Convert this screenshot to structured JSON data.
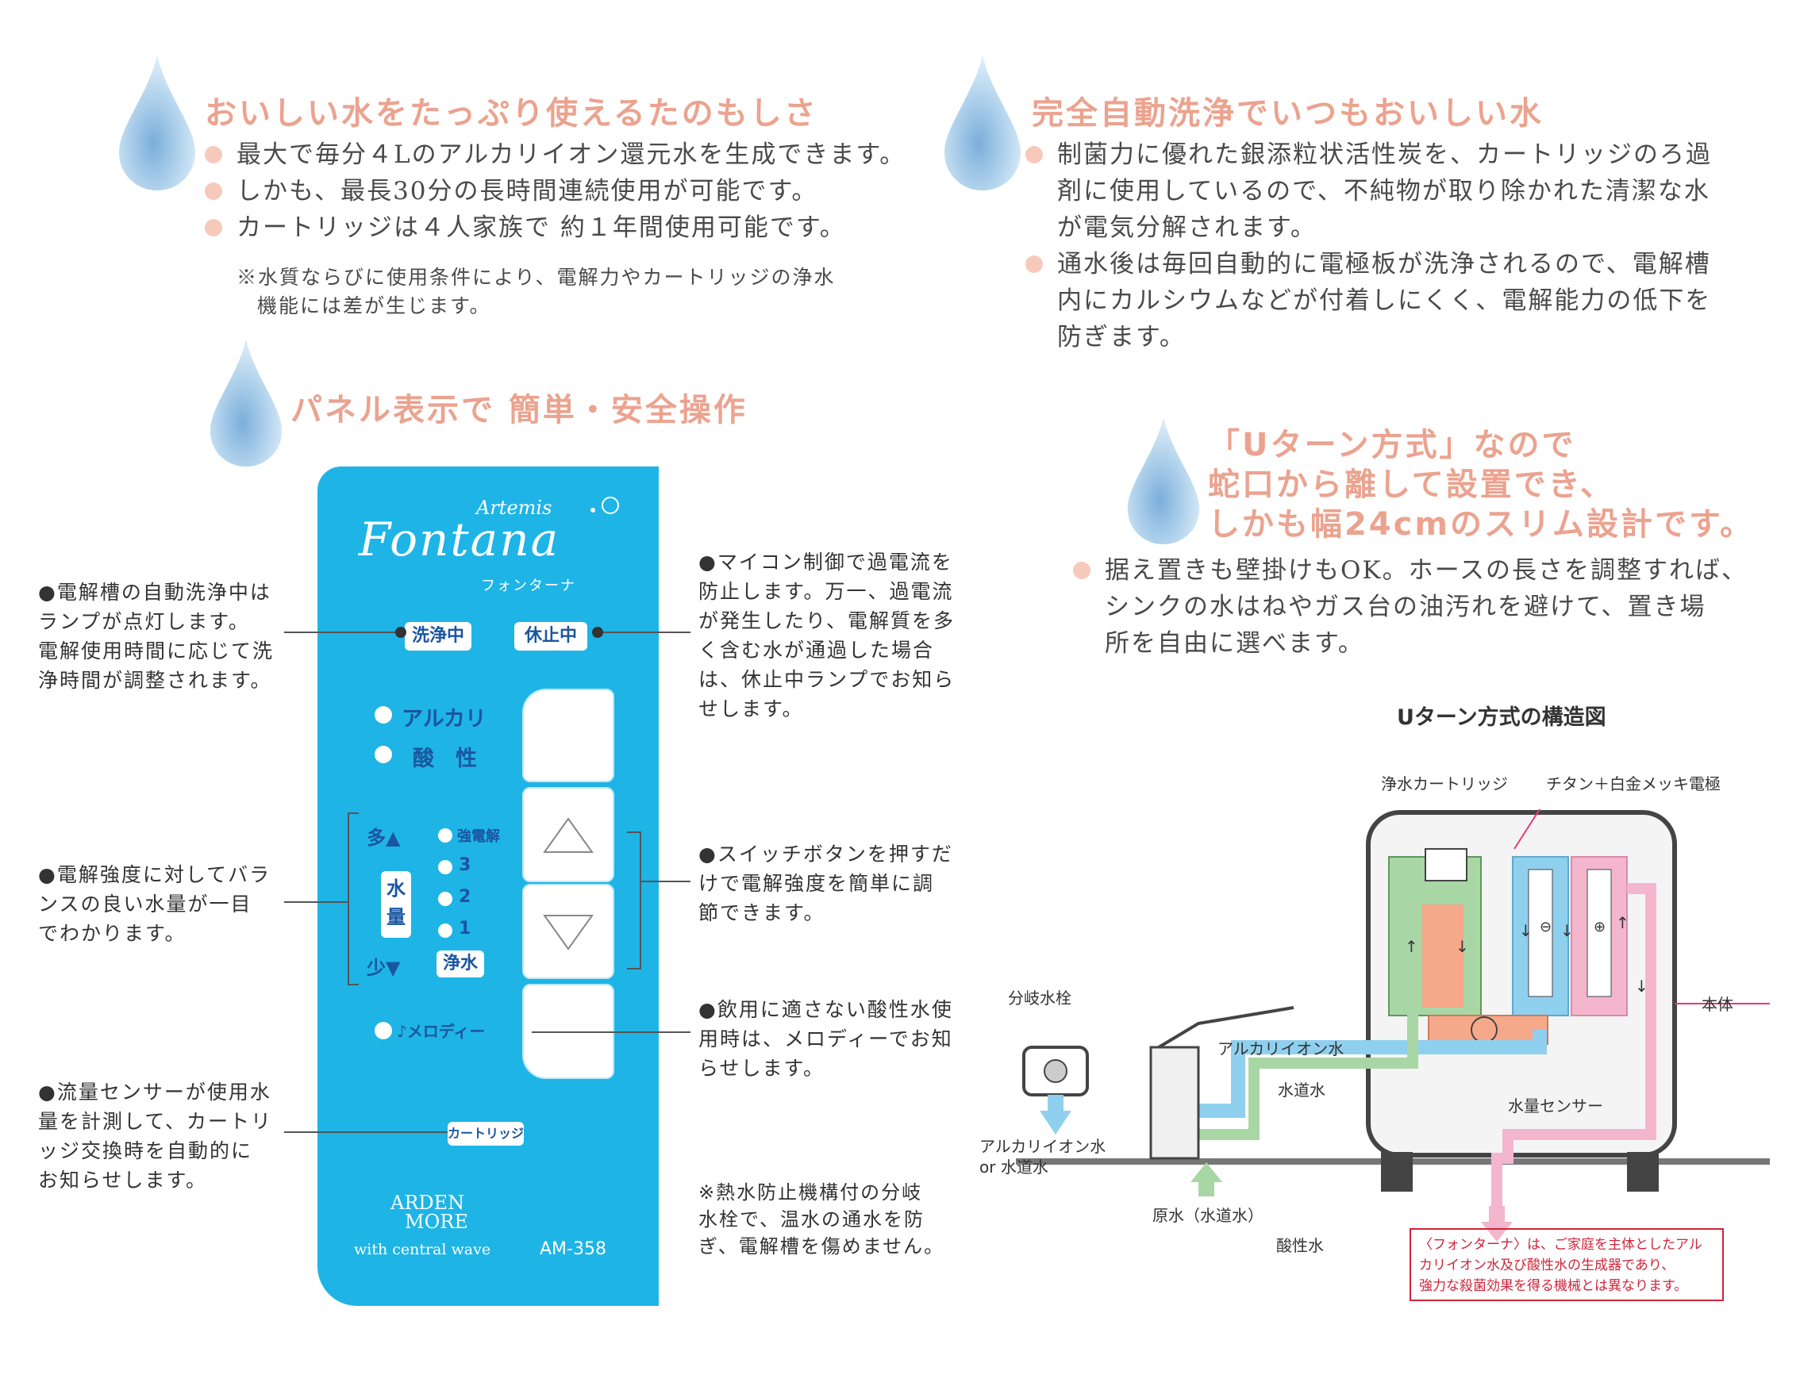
{
  "section1": {
    "heading": "おいしい水をたっぷり使えるたのもしさ",
    "bullets": [
      "最大で毎分４Lのアルカリイオン還元水を生成できます。",
      "しかも、最長30分の長時間連続使用が可能です。",
      "カートリッジは４人家族で 約１年間使用可能です。"
    ],
    "note_line1": "※水質ならびに使用条件により、電解力やカートリッジの浄水",
    "note_line2": "機能には差が生じます。"
  },
  "section2": {
    "heading": "完全自動洗浄でいつもおいしい水",
    "bullet1_lines": [
      "制菌力に優れた銀添粒状活性炭を、カートリッジのろ過",
      "剤に使用しているので、不純物が取り除かれた清潔な水",
      "が電気分解されます。"
    ],
    "bullet2_lines": [
      "通水後は毎回自動的に電極板が洗浄されるので、電解槽",
      "内にカルシウムなどが付着しにくく、電解能力の低下を",
      "防ぎます。"
    ]
  },
  "section3": {
    "heading": "パネル表示で 簡単・安全操作"
  },
  "section4": {
    "heading_lines": [
      "「Uターン方式」なので",
      "蛇口から離して設置でき、",
      "しかも幅24cmのスリム設計です。"
    ],
    "bullet_lines": [
      "据え置きも壁掛けもOK。ホースの長さを調整すれば、",
      "シンクの水はねやガス台の油汚れを避けて、置き場",
      "所を自由に選べます。"
    ]
  },
  "panel": {
    "brand_small": "Artemis",
    "brand_big": "Fontana",
    "brand_kana": "フォンターナ",
    "label_cleaning": "洗浄中",
    "label_pause": "休止中",
    "label_alkali": "アルカリ",
    "label_acid": "酸　性",
    "label_more": "多▲",
    "label_less": "少▼",
    "label_flow": "水",
    "label_flow2": "量",
    "level_strong": "強電解",
    "level_3": "3",
    "level_2": "2",
    "level_1": "1",
    "label_purified": "浄水",
    "label_melody": "♪メロディー",
    "label_cartridge": "カートリッジ",
    "maker_line1": "ARDEN",
    "maker_line2": "MORE",
    "maker_tag": "with central wave",
    "model": "AM-358"
  },
  "callouts": {
    "left1": [
      "●電解槽の自動洗浄中は",
      "ランプが点灯します。",
      "電解使用時間に応じて洗",
      "浄時間が調整されます。"
    ],
    "left2": [
      "●電解強度に対してバラ",
      "ンスの良い水量が一目",
      "でわかります。"
    ],
    "left3": [
      "●流量センサーが使用水",
      "量を計測して、カートリ",
      "ッジ交換時を自動的に",
      "お知らせします。"
    ],
    "right1": [
      "●マイコン制御で過電流を",
      "防止します。万一、過電流",
      "が発生したり、電解質を多",
      "く含む水が通過した場合",
      "は、休止中ランプでお知ら",
      "せします。"
    ],
    "right2": [
      "●スイッチボタンを押すだ",
      "けで電解強度を簡単に調",
      "節できます。"
    ],
    "right3": [
      "●飲用に適さない酸性水使",
      "用時は、メロディーでお知",
      "らせします。"
    ],
    "right4": [
      "※熱水防止機構付の分岐",
      "水栓で、温水の通水を防",
      "ぎ、電解槽を傷めません。"
    ]
  },
  "diagram": {
    "title": "Uターン方式の構造図",
    "cartridge": "浄水カートリッジ",
    "electrode": "チタン＋白金メッキ電極",
    "body": "本体",
    "faucet": "分岐水栓",
    "alkali_water": "アルカリイオン水",
    "tap_water": "水道水",
    "sensor": "水量センサー",
    "out_line1": "アルカリイオン水",
    "out_line2": "or 水道水",
    "raw_water": "原水（水道水）",
    "acid_water": "酸性水",
    "minus": "⊖",
    "plus": "⊕",
    "disclaimer_lines": [
      "〈フォンターナ〉は、ご家庭を主体としたアル",
      "カリイオン水及び酸性水の生成器であり、",
      "強力な殺菌効果を得る機械とは異なります。"
    ]
  },
  "colors": {
    "heading": "#eba38f",
    "bullet": "#f7c9bb",
    "panel": "#1eb4e6",
    "panel_text": "#1a56a0",
    "cartridge_green": "#a9d6a5",
    "alkali_blue": "#8fd0ef",
    "acid_pink": "#f3b6cc",
    "sensor_orange": "#f6a98a",
    "disclaimer_red": "#d0243a"
  }
}
